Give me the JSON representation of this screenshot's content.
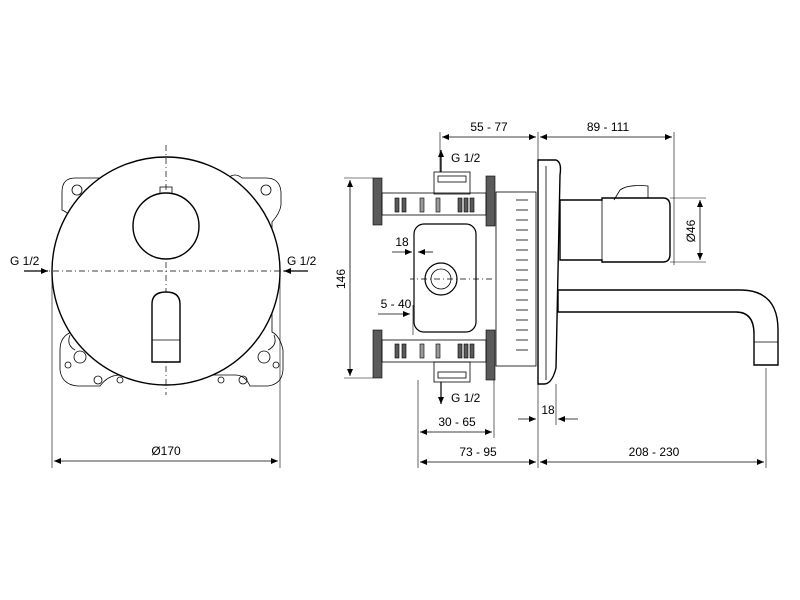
{
  "front_view": {
    "diameter_label": "Ø170",
    "inlet_left_label": "G 1/2",
    "inlet_right_label": "G 1/2"
  },
  "side_view": {
    "height_label": "146",
    "top_inlet_label": "G 1/2",
    "bottom_inlet_label": "G 1/2",
    "body_depth_label": "55 - 77",
    "spout_projection_label": "89 - 111",
    "handle_diameter_label": "Ø46",
    "inner_18_label": "18",
    "inner_range_label": "5 - 40",
    "lower_18_label": "18",
    "mount_range_label": "30 - 65",
    "total_depth_label": "73 - 95",
    "spout_length_label": "208 - 230"
  }
}
